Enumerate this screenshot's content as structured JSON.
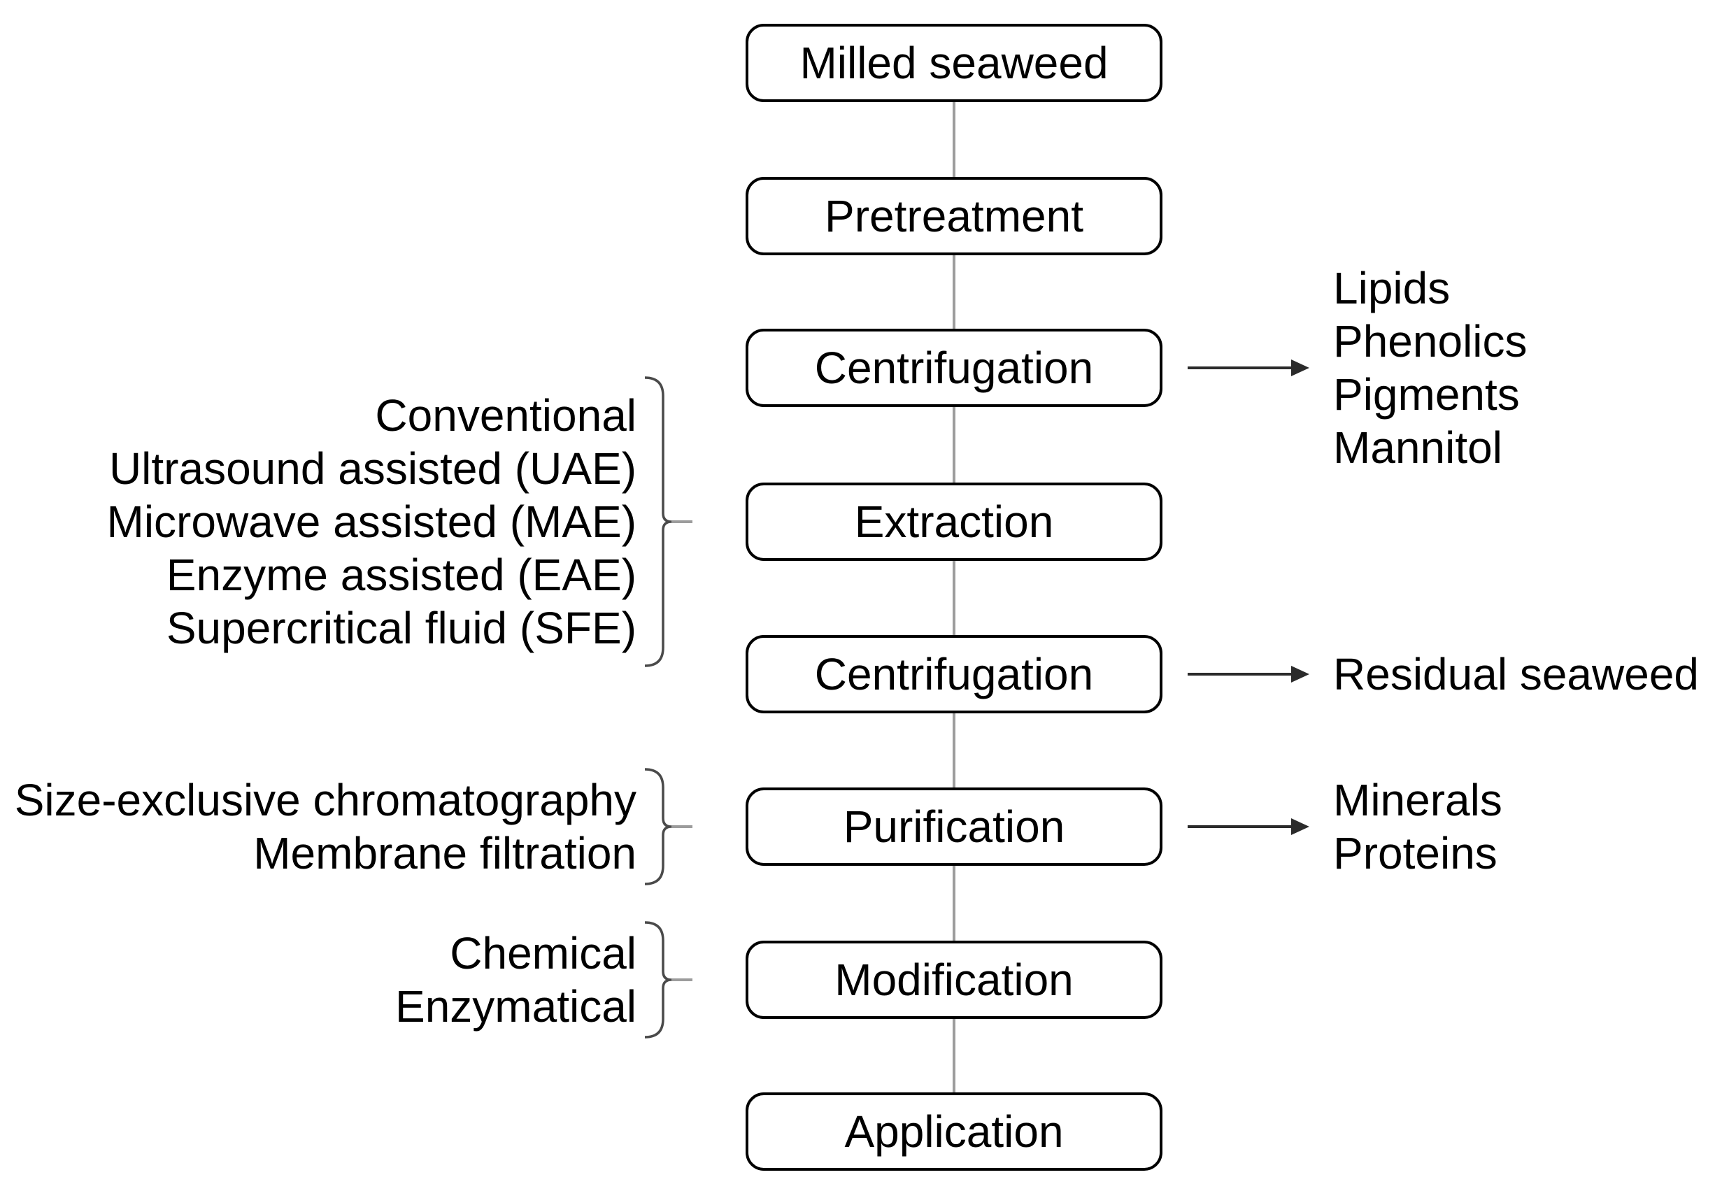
{
  "flow": {
    "steps": [
      {
        "label": "Milled seaweed"
      },
      {
        "label": "Pretreatment"
      },
      {
        "label": "Centrifugation"
      },
      {
        "label": "Extraction"
      },
      {
        "label": "Centrifugation"
      },
      {
        "label": "Purification"
      },
      {
        "label": "Modification"
      },
      {
        "label": "Application"
      }
    ]
  },
  "method_annotations": [
    {
      "target": "Extraction",
      "items": [
        "Conventional",
        "Ultrasound assisted (UAE)",
        "Microwave assisted (MAE)",
        "Enzyme assisted (EAE)",
        "Supercritical fluid (SFE)"
      ]
    },
    {
      "target": "Purification",
      "items": [
        "Size-exclusive chromatography",
        "Membrane filtration"
      ]
    },
    {
      "target": "Modification",
      "items": [
        "Chemical",
        "Enzymatical"
      ]
    }
  ],
  "outputs": [
    {
      "source": "Centrifugation",
      "items": [
        "Lipids",
        "Phenolics",
        "Pigments",
        "Mannitol"
      ]
    },
    {
      "source": "Centrifugation",
      "items": [
        "Residual seaweed"
      ]
    },
    {
      "source": "Purification",
      "items": [
        "Minerals",
        "Proteins"
      ]
    }
  ],
  "colors": {
    "ink": "#000000",
    "connector_gray": "#9c9c9c",
    "arrow": "#2b2b2b",
    "bracket": "#4a4a4a",
    "background": "#ffffff"
  }
}
